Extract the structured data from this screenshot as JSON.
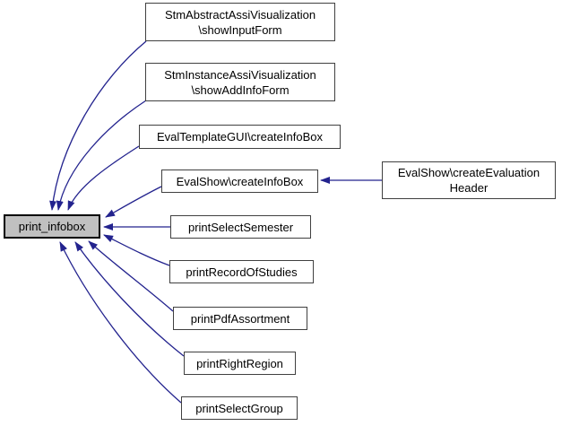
{
  "diagram": {
    "kind": "doxygen-caller-graph",
    "background": "#ffffff",
    "edge_color": "#23238e",
    "node_border_color": "#404040",
    "target_fill": "#c0c0c0",
    "nodes": [
      {
        "id": "print_infobox",
        "label": "print_infobox",
        "role": "target"
      },
      {
        "id": "stm-abstract-show-input-form",
        "label": "StmAbstractAssiVisualization\n\\showInputForm",
        "role": "caller"
      },
      {
        "id": "stm-instance-show-addinfo-form",
        "label": "StmInstanceAssiVisualization\n\\showAddInfoForm",
        "role": "caller"
      },
      {
        "id": "evaltemplategui-createinfobox",
        "label": "EvalTemplateGUI\\createInfoBox",
        "role": "caller"
      },
      {
        "id": "evalshow-createinfobox",
        "label": "EvalShow\\createInfoBox",
        "role": "caller"
      },
      {
        "id": "print-select-semester",
        "label": "printSelectSemester",
        "role": "caller"
      },
      {
        "id": "print-record-of-studies",
        "label": "printRecordOfStudies",
        "role": "caller"
      },
      {
        "id": "print-pdf-assortment",
        "label": "printPdfAssortment",
        "role": "caller"
      },
      {
        "id": "print-right-region",
        "label": "printRightRegion",
        "role": "caller"
      },
      {
        "id": "print-select-group",
        "label": "printSelectGroup",
        "role": "caller"
      },
      {
        "id": "evalshow-create-evaluation-header",
        "label": "EvalShow\\createEvaluation\nHeader",
        "role": "caller"
      }
    ],
    "edges": [
      {
        "from": "stm-abstract-show-input-form",
        "to": "print_infobox"
      },
      {
        "from": "stm-instance-show-addinfo-form",
        "to": "print_infobox"
      },
      {
        "from": "evaltemplategui-createinfobox",
        "to": "print_infobox"
      },
      {
        "from": "evalshow-createinfobox",
        "to": "print_infobox"
      },
      {
        "from": "print-select-semester",
        "to": "print_infobox"
      },
      {
        "from": "print-record-of-studies",
        "to": "print_infobox"
      },
      {
        "from": "print-pdf-assortment",
        "to": "print_infobox"
      },
      {
        "from": "print-right-region",
        "to": "print_infobox"
      },
      {
        "from": "print-select-group",
        "to": "print_infobox"
      },
      {
        "from": "evalshow-create-evaluation-header",
        "to": "evalshow-createinfobox"
      }
    ]
  }
}
